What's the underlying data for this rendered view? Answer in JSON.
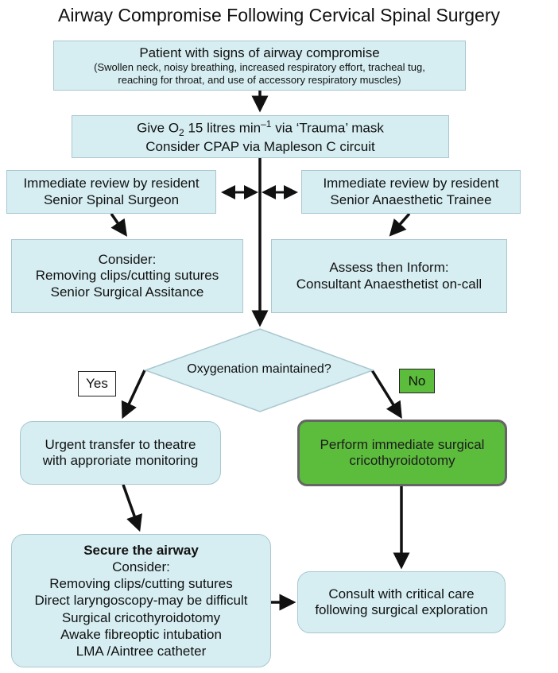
{
  "title": "Airway Compromise Following Cervical Spinal Surgery",
  "nodes": {
    "patient": {
      "line1": "Patient with signs of airway compromise",
      "line2": "(Swollen neck, noisy breathing, increased respiratory effort, tracheal tug,",
      "line3": "reaching for throat, and use of accessory respiratory muscles)"
    },
    "oxygen": {
      "give": "Give O",
      "sub": "2",
      "rest": " 15 litres min",
      "sup": "–1",
      "tail": " via ‘Trauma’ mask",
      "line2": "Consider CPAP via Mapleson C circuit"
    },
    "review_surgeon": {
      "line1": "Immediate review by resident",
      "line2": "Senior Spinal Surgeon"
    },
    "review_anaesthetic": {
      "line1": "Immediate review by resident",
      "line2": "Senior Anaesthetic Trainee"
    },
    "consider_surgical": {
      "line1": "Consider:",
      "line2": "Removing clips/cutting sutures",
      "line3": "Senior Surgical Assitance"
    },
    "assess_inform": {
      "line1": "Assess then Inform:",
      "line2": "Consultant Anaesthetist on-call"
    },
    "decision": {
      "label": "Oxygenation maintained?"
    },
    "yes_label": "Yes",
    "no_label": "No",
    "urgent_transfer": {
      "line1": "Urgent transfer to theatre",
      "line2": "with approriate monitoring"
    },
    "cricothyroidotomy": {
      "line1": "Perform immediate surgical",
      "line2": "cricothyroidotomy"
    },
    "secure_airway": {
      "heading": "Secure the airway",
      "consider": "Consider:",
      "items": [
        "Removing clips/cutting sutures",
        "Direct laryngoscopy-may be difficult",
        "Surgical cricothyroidotomy",
        "Awake fibreoptic intubation",
        "LMA /Aintree catheter"
      ]
    },
    "consult": {
      "line1": "Consult with critical care",
      "line2": "following surgical exploration"
    }
  },
  "colors": {
    "box_fill": "#d6eef2",
    "box_border": "#a9c7cf",
    "green_fill": "#5cbc3c",
    "arrow": "#111111"
  }
}
